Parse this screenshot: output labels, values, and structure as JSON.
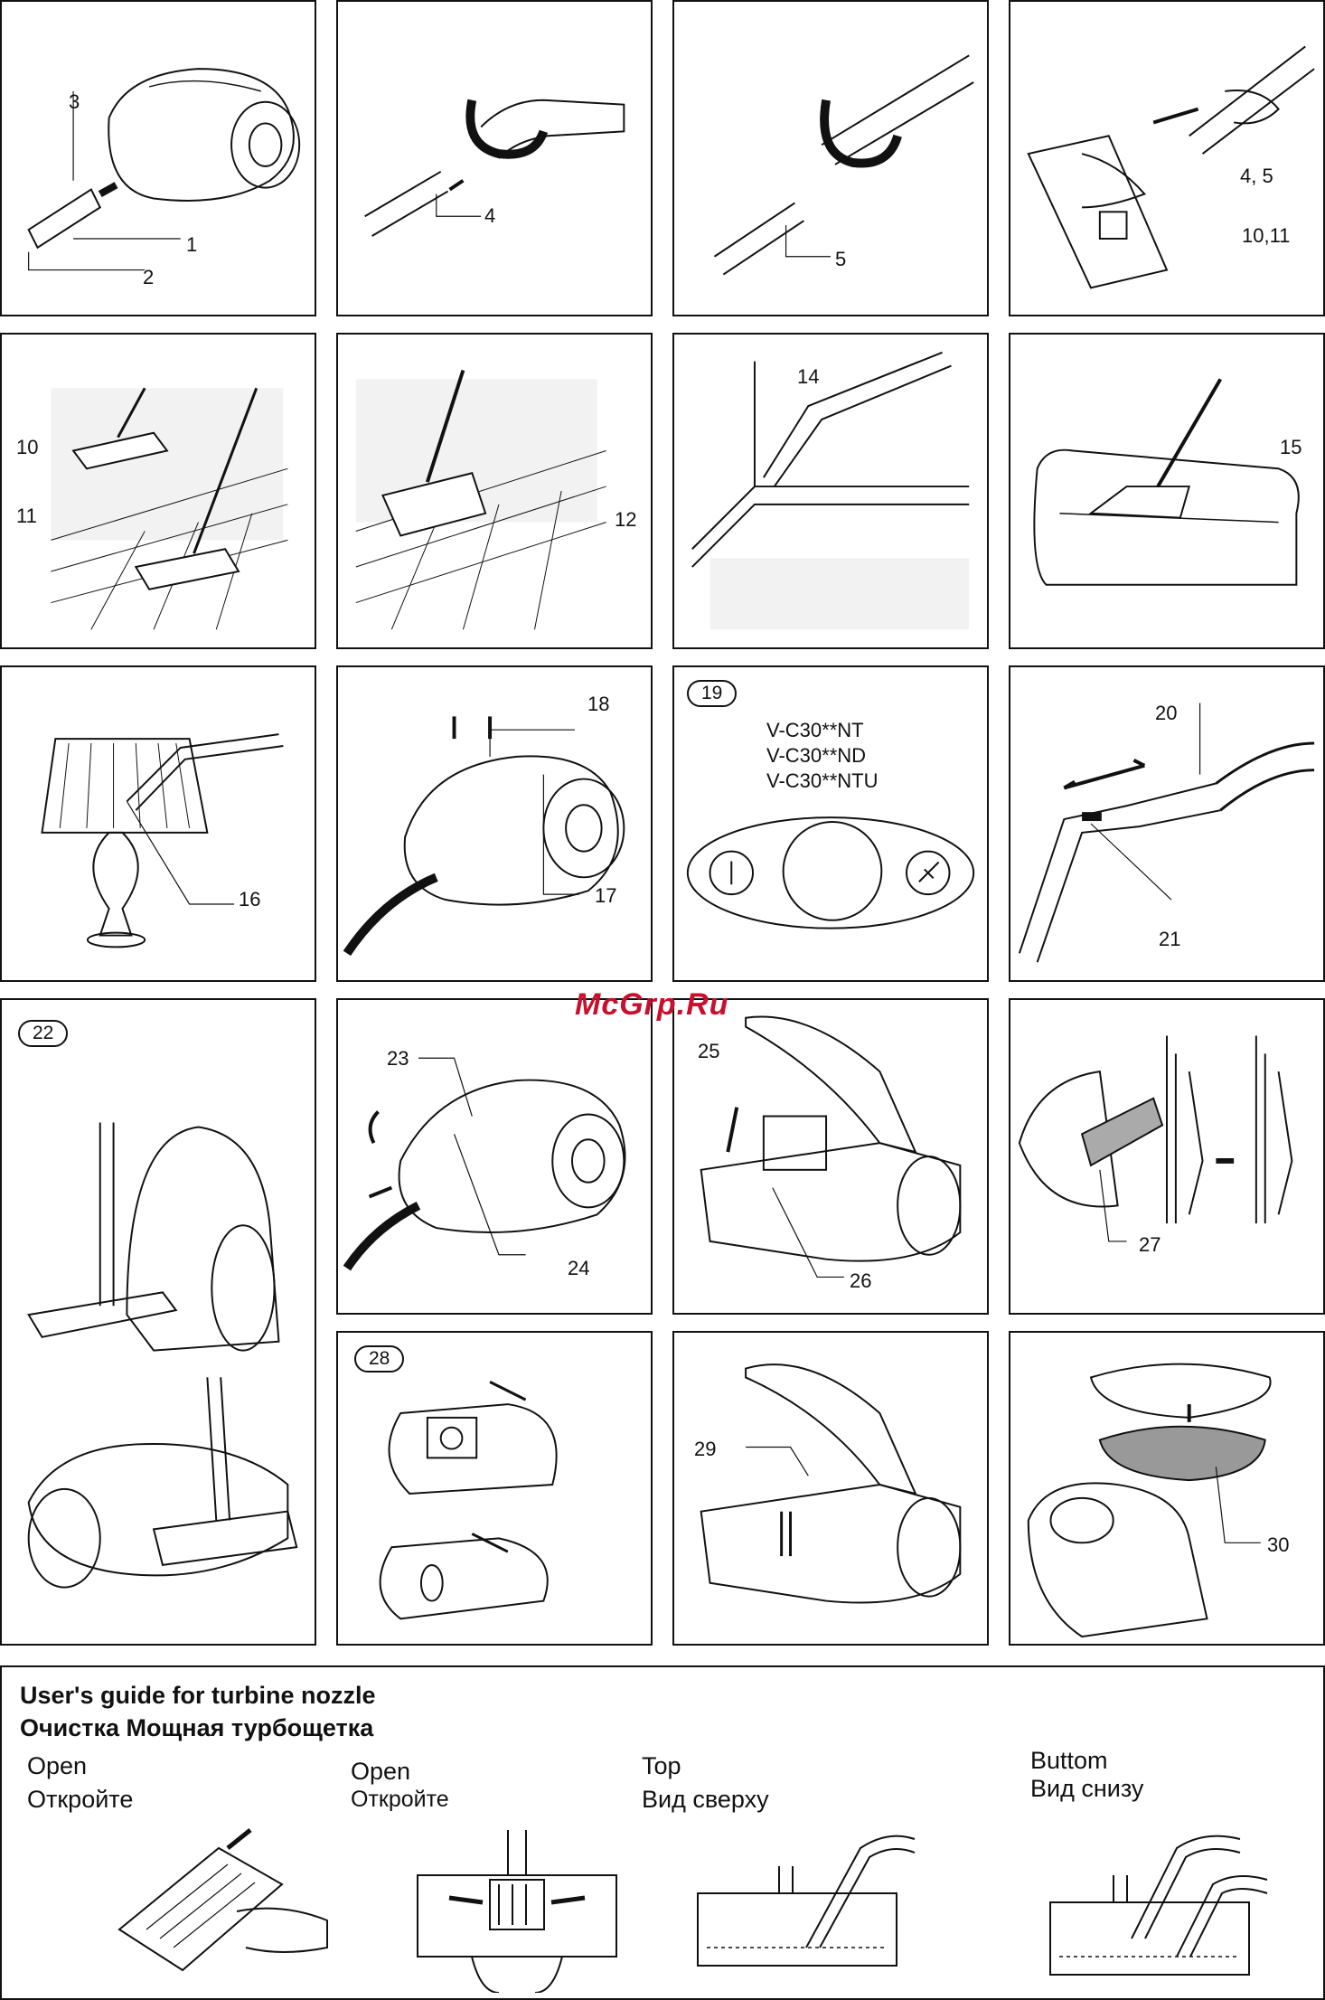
{
  "watermark": "McGrp.Ru",
  "panels": {
    "p1": {
      "c1": "3",
      "c2": "1",
      "c3": "2"
    },
    "p2": {
      "c1": "4"
    },
    "p3": {
      "c1": "5"
    },
    "p4": {
      "c1": "4, 5",
      "c2": "10,11"
    },
    "p5": {
      "c1": "10",
      "c2": "11"
    },
    "p6": {
      "c1": "12"
    },
    "p7": {
      "c1": "14"
    },
    "p8": {
      "c1": "15"
    },
    "p9": {
      "c1": "16"
    },
    "p10": {
      "c1": "18",
      "c2": "17"
    },
    "p11": {
      "badge": "19",
      "models": [
        "V-C30**NT",
        "V-C30**ND",
        "V-C30**NTU"
      ]
    },
    "p12": {
      "c1": "20",
      "c2": "21"
    },
    "p13": {
      "badge": "22"
    },
    "p14": {
      "c1": "23",
      "c2": "24"
    },
    "p15": {
      "c1": "25",
      "c2": "26"
    },
    "p16": {
      "c1": "27"
    },
    "p17": {
      "badge": "28"
    },
    "p18": {
      "c1": "29"
    },
    "p19": {
      "c1": "30"
    }
  },
  "guide": {
    "title_en": "User's guide for turbine nozzle",
    "title_ru": "Очистка Мощная турбощетка",
    "steps": [
      {
        "en": "Open",
        "ru": "Откройте"
      },
      {
        "en": "Open",
        "ru": "Откройте"
      },
      {
        "en": "Top",
        "ru": "Вид сверху"
      },
      {
        "en": "Buttom",
        "ru": "Вид снизу"
      }
    ]
  }
}
